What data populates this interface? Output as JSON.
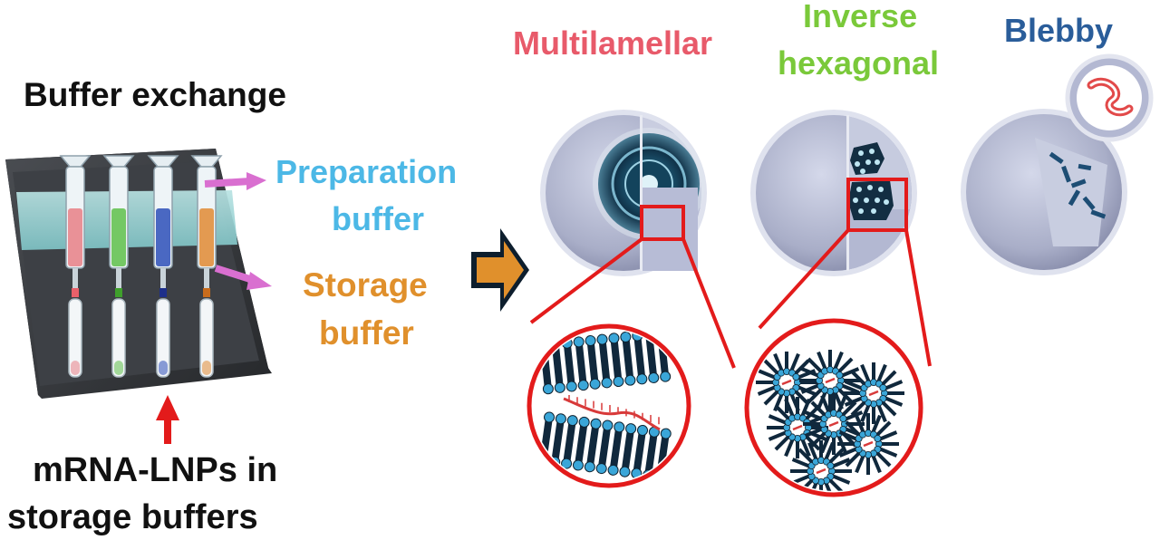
{
  "left_panel": {
    "title": "Buffer exchange",
    "preparation_label_1": "Preparation",
    "preparation_label_2": "buffer",
    "storage_label_1": "Storage",
    "storage_label_2": "buffer",
    "bottom_label_1": "mRNA-LNPs in",
    "bottom_label_2": "storage buffers"
  },
  "morphologies": {
    "multilamellar": "Multilamellar",
    "inverse_hexagonal_1": "Inverse",
    "inverse_hexagonal_2": "hexagonal",
    "blebby": "Blebby"
  },
  "colors": {
    "preparation": "#4cb8e6",
    "storage": "#e0902c",
    "multilamellar": "#e85a6a",
    "inverse_hexagonal": "#7ac93a",
    "blebby": "#2a5d9a",
    "highlight": "#e31b1b",
    "lipid_head": "#3aa6d8",
    "lipid_tail": "#10283c",
    "arrow_pink": "#d96fd0",
    "big_arrow": "#e0902c"
  },
  "tubes": [
    {
      "fill": "#e87f86",
      "tip": "#e8606a"
    },
    {
      "fill": "#5ec04a",
      "tip": "#3fa02c"
    },
    {
      "fill": "#2d4fb8",
      "tip": "#1d2f8a"
    },
    {
      "fill": "#e08a34",
      "tip": "#c86c1c"
    }
  ]
}
